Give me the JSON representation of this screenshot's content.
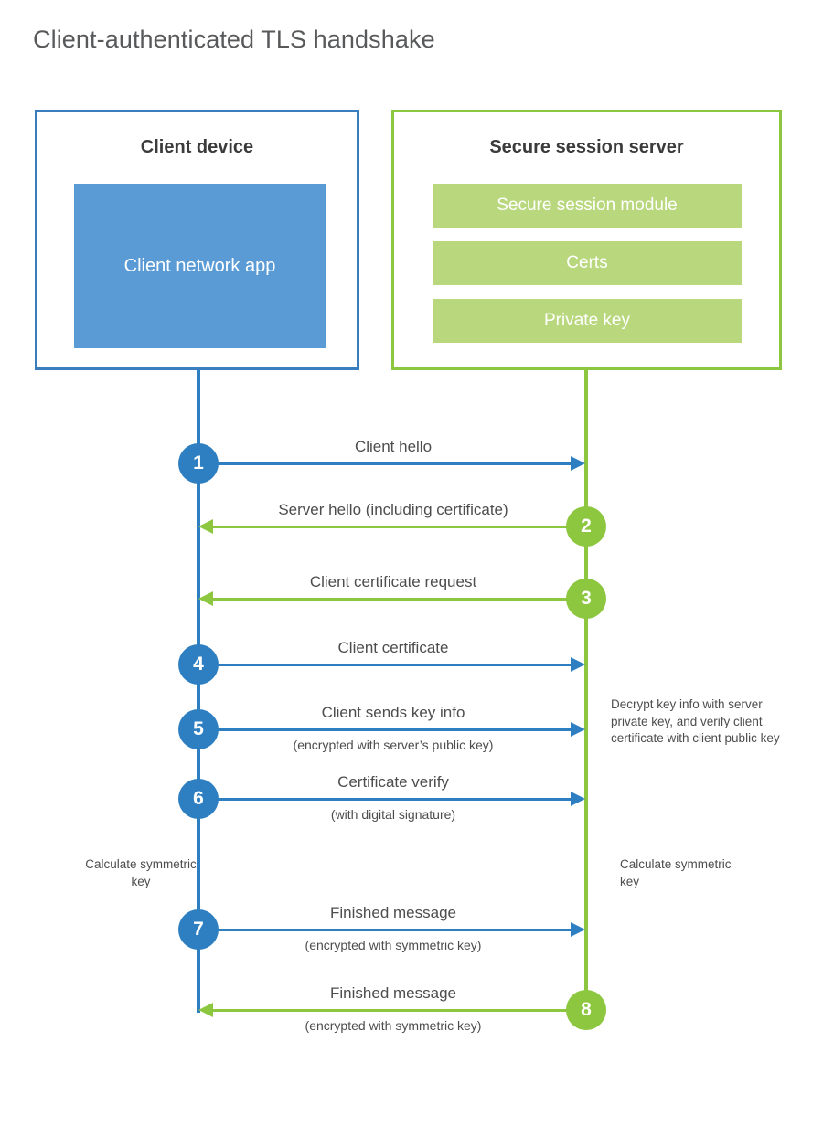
{
  "title": "Client-authenticated TLS handshake",
  "colors": {
    "client_accent": "#2e7fc1",
    "client_app_fill": "#5b9bd5",
    "server_accent": "#8dc63f",
    "server_block_fill": "#b9d87e",
    "title_text": "#58595b",
    "body_text": "#4d4d4d"
  },
  "client": {
    "title": "Client device",
    "app_label": "Client network app"
  },
  "server": {
    "title": "Secure session server",
    "blocks": [
      {
        "label": "Secure session module"
      },
      {
        "label": "Certs"
      },
      {
        "label": "Private key"
      }
    ]
  },
  "steps": [
    {
      "number": "1",
      "label": "Client hello",
      "sublabel": "",
      "direction": "client-to-server",
      "origin": "client"
    },
    {
      "number": "2",
      "label": "Server hello (including certificate)",
      "sublabel": "",
      "direction": "server-to-client",
      "origin": "server"
    },
    {
      "number": "3",
      "label": "Client certificate request",
      "sublabel": "",
      "direction": "server-to-client",
      "origin": "server"
    },
    {
      "number": "4",
      "label": "Client certificate",
      "sublabel": "",
      "direction": "client-to-server",
      "origin": "client"
    },
    {
      "number": "5",
      "label": "Client sends key info",
      "sublabel": "(encrypted with server’s public key)",
      "direction": "client-to-server",
      "origin": "client"
    },
    {
      "number": "6",
      "label": "Certificate verify",
      "sublabel": "(with digital signature)",
      "direction": "client-to-server",
      "origin": "client"
    },
    {
      "number": "7",
      "label": "Finished message",
      "sublabel": "(encrypted with symmetric key)",
      "direction": "client-to-server",
      "origin": "client"
    },
    {
      "number": "8",
      "label": "Finished message",
      "sublabel": "(encrypted with symmetric key)",
      "direction": "server-to-client",
      "origin": "server"
    }
  ],
  "notes": {
    "server_decrypt": "Decrypt key info with server private key, and verify client certificate with client public key",
    "client_symmetric_key": "Calculate symmetric key",
    "server_symmetric_key": "Calculate symmetric key"
  }
}
